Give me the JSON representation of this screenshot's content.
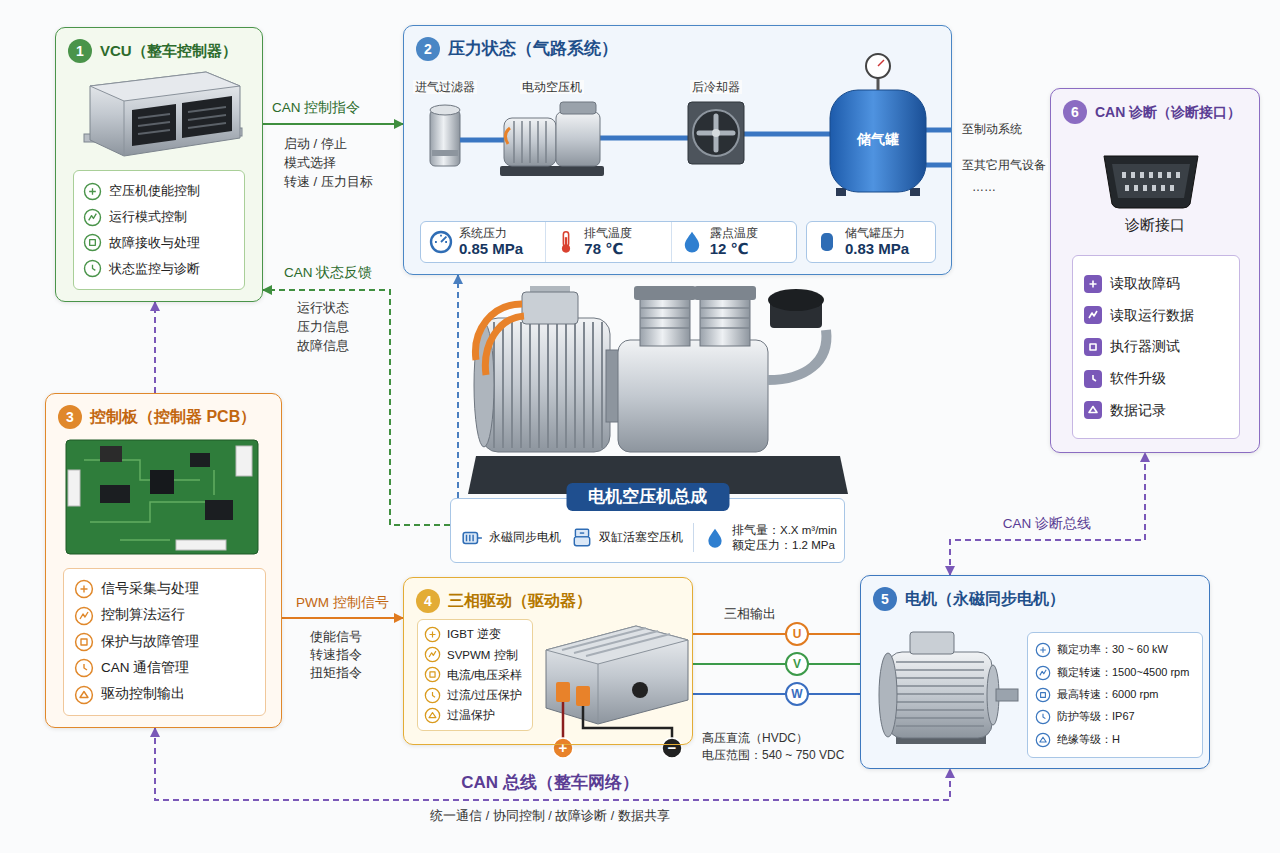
{
  "diagram": {
    "nodes": [
      {
        "text": [
          "1",
          "VCU（整车控制器）"
        ]
      },
      {
        "text": [
          "空压机使能控制",
          "运行模式控制",
          "故障接收与处理",
          "状态监控与诊断"
        ],
        "in": 0
      },
      {
        "text": [
          "2",
          "压力状态（气路系统）"
        ]
      },
      {
        "text": [
          "系统压力",
          "0.85 MPa",
          "排气温度",
          "78 ℃",
          "露点温度",
          "12 ℃"
        ],
        "in": 2
      },
      {
        "text": [
          "储气罐压力",
          "0.83 MPa"
        ],
        "in": 2
      },
      {
        "text": [
          "6",
          "CAN 诊断（诊断接口）",
          "诊断接口"
        ]
      },
      {
        "text": [
          "读取故障码",
          "读取运行数据",
          "执行器测试",
          "软件升级",
          "数据记录"
        ],
        "in": 5
      },
      {
        "text": [
          "3",
          "控制板（控制器 PCB）"
        ]
      },
      {
        "text": [
          "信号采集与处理",
          "控制算法运行",
          "保护与故障管理",
          "CAN 通信管理",
          "驱动控制输出"
        ],
        "in": 7
      },
      {
        "text": [
          "电机空压机总成",
          "永磁同步电机",
          "双缸活塞空压机",
          "排气量：X.X m³/min",
          "额定压力：1.2 MPa"
        ]
      },
      {
        "text": [
          "4",
          "三相驱动（驱动器）"
        ]
      },
      {
        "text": [
          "IGBT 逆变",
          "SVPWM 控制",
          "电流/电压采样",
          "过流/过压保护",
          "过温保护"
        ],
        "in": 10
      },
      {
        "text": [
          "5",
          "电机（永磁同步电机）"
        ]
      },
      {
        "text": [
          "额定功率：30 ~ 60 kW",
          "额定转速：1500~4500 rpm",
          "最高转速：6000 rpm",
          "防护等级：IP67",
          "绝缘等级：H"
        ],
        "in": 12
      }
    ],
    "edges": [
      {
        "from": 0,
        "to": 2,
        "arrow": "to",
        "label": "CAN 控制指令"
      },
      {
        "from": 9,
        "to": 0,
        "arrow": "to",
        "label": "CAN 状态反馈"
      },
      {
        "from": 9,
        "to": 2,
        "arrow": "to"
      },
      {
        "from": 7,
        "to": 0,
        "arrow": "to"
      },
      {
        "from": 7,
        "to": 10,
        "arrow": "to",
        "label": "PWM 控制信号"
      },
      {
        "from": 10,
        "to": 12,
        "arrow": "none",
        "label": "U"
      },
      {
        "from": 10,
        "to": 12,
        "arrow": "none",
        "label": "V"
      },
      {
        "from": 10,
        "to": 12,
        "arrow": "none",
        "label": "W"
      },
      {
        "from": 12,
        "to": 5,
        "arrow": "both",
        "label": "CAN 诊断总线"
      },
      {
        "from": 7,
        "to": 12,
        "arrow": "both",
        "label": "CAN 总线（整车网络）"
      }
    ],
    "labels": [
      "启动 / 停止",
      "模式选择",
      "转速 / 压力目标",
      "运行状态",
      "压力信息",
      "故障信息",
      "进气过滤器",
      "电动空压机",
      "后冷却器",
      "储气罐",
      "至制动系统",
      "至其它用气设备",
      "……",
      "三相输出",
      "使能信号",
      "转速指令",
      "扭矩指令",
      "+",
      "−",
      "高压直流（HVDC）",
      "电压范围：540 ~ 750 VDC",
      "统一通信 / 协同控制 / 故障诊断 / 数据共享"
    ]
  }
}
